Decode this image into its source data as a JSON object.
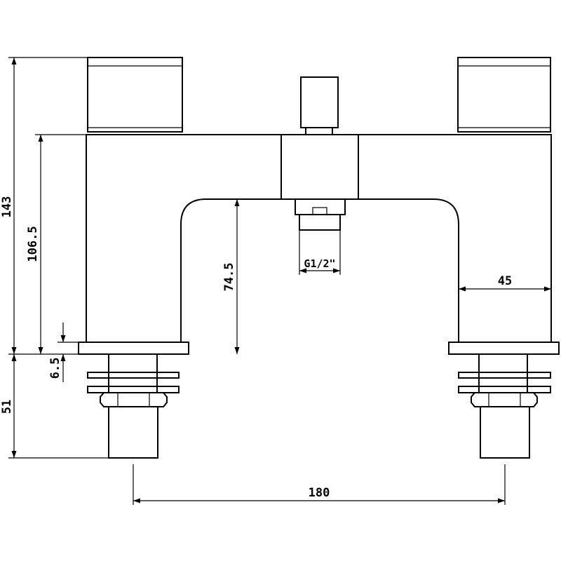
{
  "dimensions": {
    "total_height": "143",
    "body_height": "106.5",
    "spout_height": "74.5",
    "body_depth": "45",
    "base_plate": "6.5",
    "shank_length": "51",
    "centres": "180",
    "outlet_thread": "G1/2\""
  }
}
